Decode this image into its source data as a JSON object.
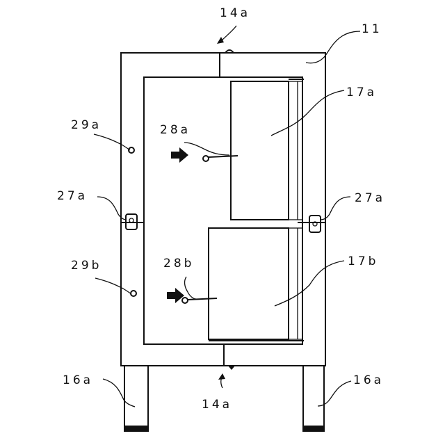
{
  "labels": {
    "top_14a": "14a",
    "frame_11": "11",
    "door_17a": "17a",
    "hinge_29a": "29a",
    "pin_28a": "28a",
    "latch_27a_left": "27a",
    "latch_27a_right": "27a",
    "hinge_29b": "29b",
    "pin_28b": "28b",
    "door_17b": "17b",
    "leg_16a_left": "16a",
    "bottom_14a": "14a",
    "leg_16a_right": "16a"
  }
}
